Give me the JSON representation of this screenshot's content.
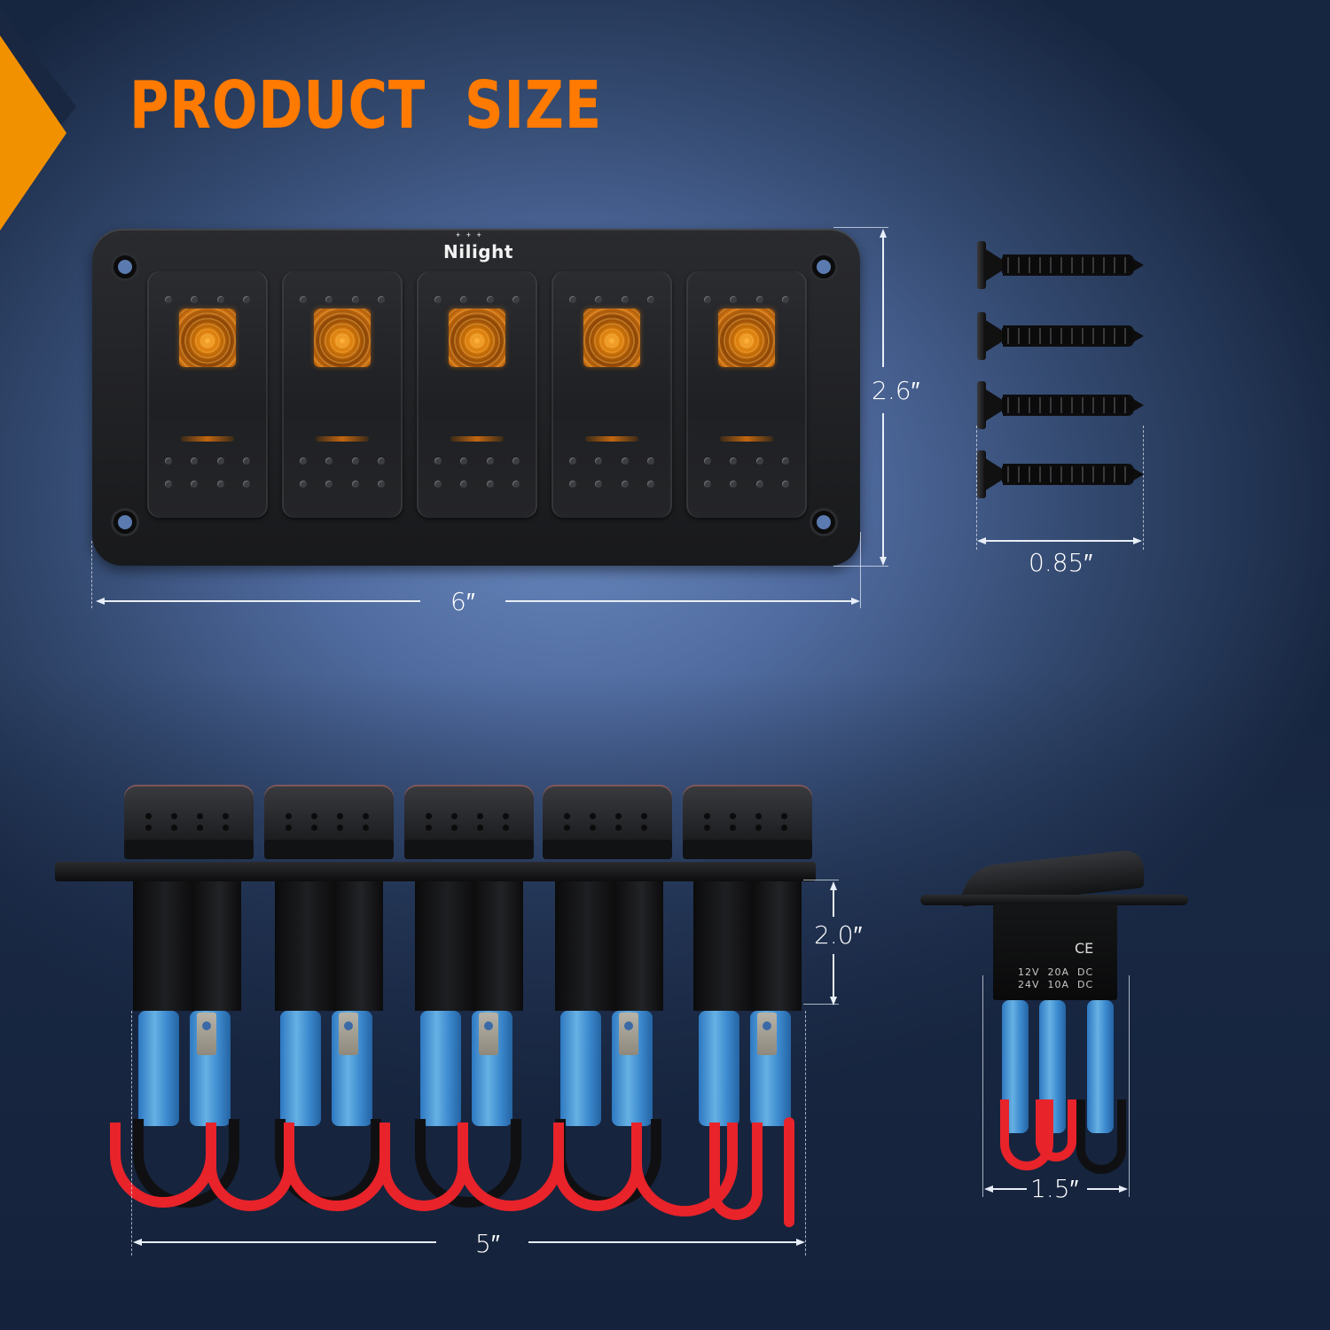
{
  "header": {
    "title": "PRODUCT  SIZE",
    "accent_color": "#ff7a00",
    "badge_color": "#f29100"
  },
  "panel": {
    "brand": "Nilight",
    "switch_count": 5,
    "lamp_color": "#e08a14",
    "dimensions": {
      "width_label": "6″",
      "height_label": "2.6″"
    }
  },
  "screws": {
    "count": 4,
    "length_label": "0.85″"
  },
  "side_view": {
    "depth_label": "2.0″",
    "width_label": "5″",
    "wire_colors": {
      "power": "#e8232a",
      "ground": "#101012",
      "terminal": "#4fa3e0"
    }
  },
  "single_switch": {
    "width_label": "1.5″",
    "ce_mark": "CE",
    "spec_line_1": "12V  20A  DC",
    "spec_line_2": "24V  10A  DC"
  }
}
